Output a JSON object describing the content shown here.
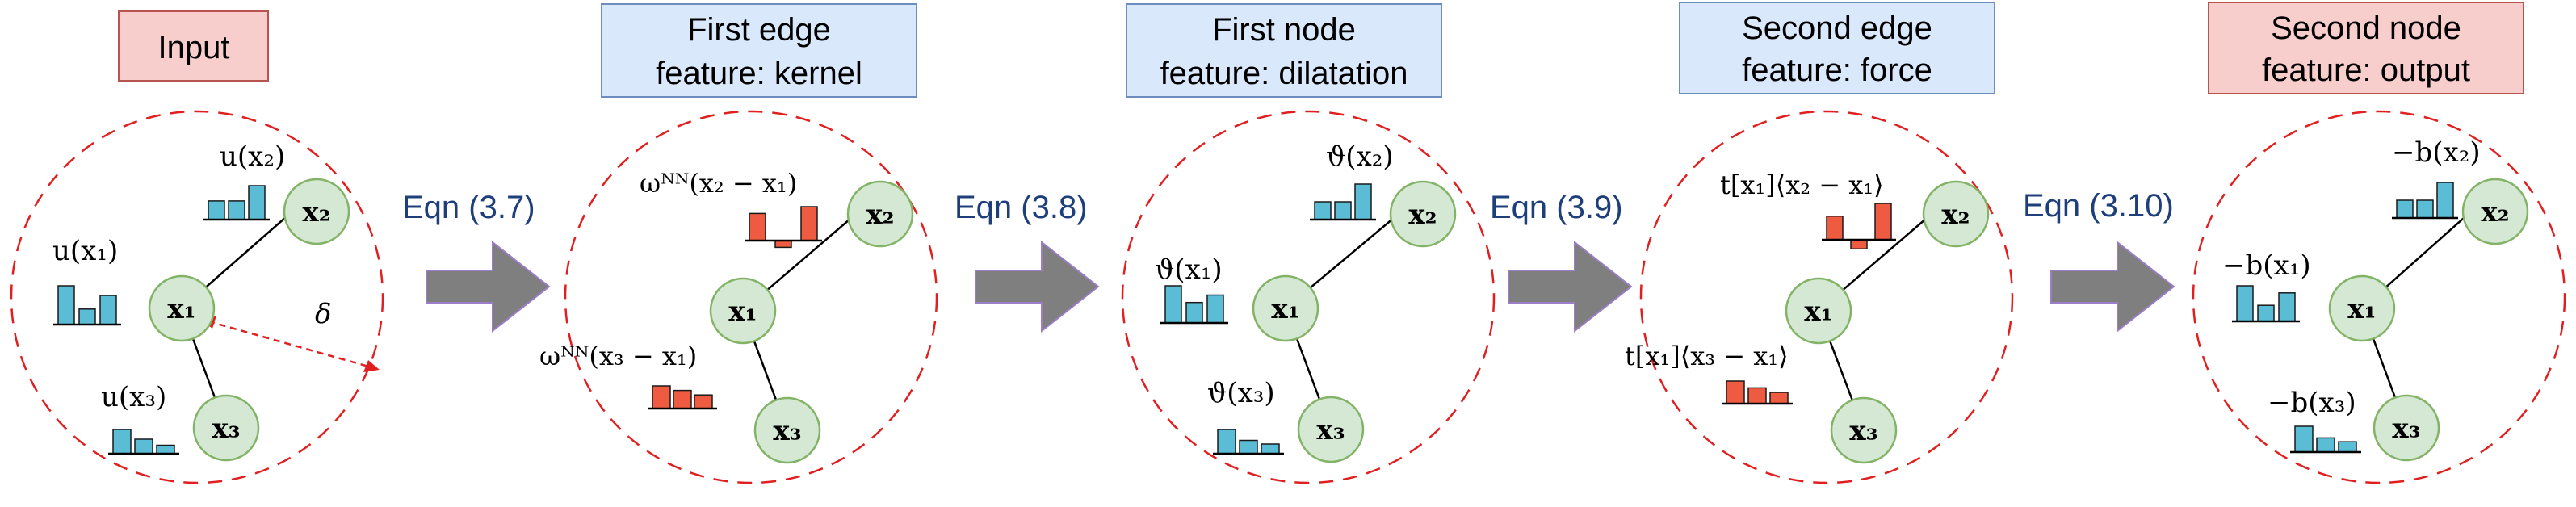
{
  "colors": {
    "blue_box_fill": "#dae8fc",
    "blue_box_stroke": "#6c8ebf",
    "red_box_fill": "#f8cecc",
    "red_box_stroke": "#b85450",
    "circle_dash": "#e02020",
    "node_fill": "#d5e8d4",
    "node_stroke": "#82b366",
    "bar_blue": "#5bbcd6",
    "bar_red": "#ef5b41",
    "arrow_fill": "#7f7f7f",
    "arrow_stroke": "#9a7fc8",
    "eqn_text": "#1f3f7a"
  },
  "icons": {
    "transition_arrow": "right-block-arrow-icon"
  },
  "panels": [
    {
      "title_lines": [
        "Input"
      ],
      "box_style": "red",
      "node_labels": [
        "x₁",
        "x₂",
        "x₃"
      ],
      "labels": [
        "u(x₂)",
        "u(x₁)",
        "u(x₃)"
      ],
      "horizon_label": "δ",
      "bars": [
        {
          "color": "blue",
          "values": [
            0.55,
            0.55,
            1.0
          ]
        },
        {
          "color": "blue",
          "values": [
            1.0,
            0.4,
            0.75
          ]
        },
        {
          "color": "blue",
          "values": [
            1.0,
            0.6,
            0.35
          ]
        }
      ]
    },
    {
      "title_lines": [
        "First edge",
        "feature: kernel"
      ],
      "box_style": "blue",
      "node_labels": [
        "x₁",
        "x₂",
        "x₃"
      ],
      "labels": [
        "ωᴺᴺ(x₂ − x₁)",
        "ωᴺᴺ(x₃ − x₁)"
      ],
      "bars": [
        {
          "color": "red",
          "values": [
            0.8,
            -0.2,
            1.0
          ]
        },
        {
          "color": "red",
          "values": [
            1.0,
            0.8,
            0.6
          ]
        }
      ]
    },
    {
      "title_lines": [
        "First node",
        "feature: dilatation"
      ],
      "box_style": "blue",
      "node_labels": [
        "x₁",
        "x₂",
        "x₃"
      ],
      "labels": [
        "ϑ(x₂)",
        "ϑ(x₁)",
        "ϑ(x₃)"
      ],
      "bars": [
        {
          "color": "blue",
          "values": [
            0.5,
            0.5,
            1.0
          ]
        },
        {
          "color": "blue",
          "values": [
            1.0,
            0.55,
            0.75
          ]
        },
        {
          "color": "blue",
          "values": [
            1.0,
            0.55,
            0.4
          ]
        }
      ]
    },
    {
      "title_lines": [
        "Second edge",
        "feature: force"
      ],
      "box_style": "blue",
      "node_labels": [
        "x₁",
        "x₂",
        "x₃"
      ],
      "labels": [
        "t[x₁]⟨x₂ − x₁⟩",
        "t[x₁]⟨x₃ − x₁⟩"
      ],
      "bars": [
        {
          "color": "red",
          "values": [
            0.65,
            -0.25,
            1.0
          ]
        },
        {
          "color": "red",
          "values": [
            1.0,
            0.7,
            0.5
          ]
        }
      ]
    },
    {
      "title_lines": [
        "Second node",
        "feature: output"
      ],
      "box_style": "red",
      "node_labels": [
        "x₁",
        "x₂",
        "x₃"
      ],
      "labels": [
        "−b(x₂)",
        "−b(x₁)",
        "−b(x₃)"
      ],
      "bars": [
        {
          "color": "blue",
          "values": [
            0.5,
            0.5,
            1.0
          ]
        },
        {
          "color": "blue",
          "values": [
            1.0,
            0.45,
            0.8
          ]
        },
        {
          "color": "blue",
          "values": [
            1.0,
            0.55,
            0.4
          ]
        }
      ]
    }
  ],
  "transitions": [
    {
      "label": "Eqn (3.7)"
    },
    {
      "label": "Eqn (3.8)"
    },
    {
      "label": "Eqn (3.9)"
    },
    {
      "label": "Eqn (3.10)"
    }
  ]
}
